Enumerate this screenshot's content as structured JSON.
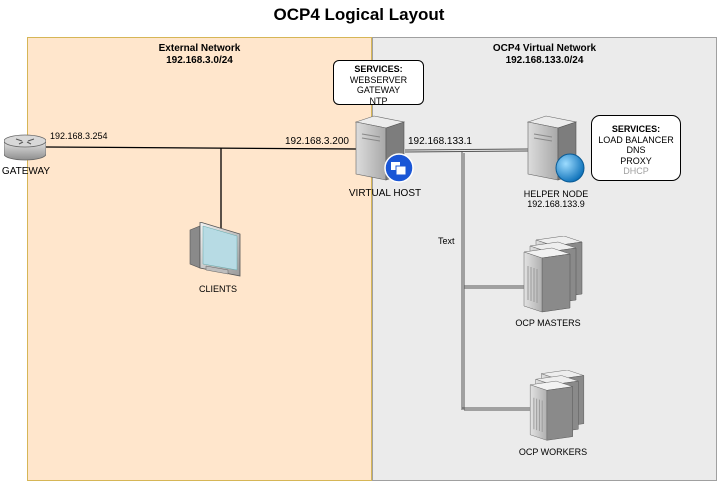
{
  "title": "OCP4 Logical Layout",
  "external_network": {
    "name": "External Network",
    "cidr": "192.168.3.0/24"
  },
  "virtual_network": {
    "name": "OCP4 Virtual Network",
    "cidr": "192.168.133.0/24"
  },
  "gateway": {
    "label": "GATEWAY",
    "ip": "192.168.3.254"
  },
  "clients": {
    "label": "CLIENTS"
  },
  "virtual_host": {
    "label": "VIRTUAL HOST",
    "ip_external": "192.168.3.200",
    "ip_internal": "192.168.133.1",
    "services": {
      "heading": "SERVICES:",
      "items": [
        "WEBSERVER",
        "GATEWAY",
        "NTP"
      ]
    }
  },
  "helper_node": {
    "label": "HELPER NODE",
    "ip": "192.168.133.9",
    "services": {
      "heading": "SERVICES:",
      "items": [
        "LOAD BALANCER",
        "DNS",
        "PROXY"
      ],
      "dimmed_item": "DHCP"
    }
  },
  "masters": {
    "label": "OCP MASTERS"
  },
  "workers": {
    "label": "OCP WORKERS"
  },
  "wire_note": "Text",
  "colors": {
    "external_zone": "#ffe6cc",
    "external_border": "#d6b656",
    "virtual_zone": "#ebebeb",
    "virtual_border": "#a0a0a0",
    "badge": "#1a56d6",
    "globe": "#1a8fd6"
  },
  "icons": [
    "router-icon",
    "desktop-computer-icon",
    "tower-server-icon",
    "virtualization-badge-icon",
    "globe-icon",
    "server-rack-icon"
  ]
}
